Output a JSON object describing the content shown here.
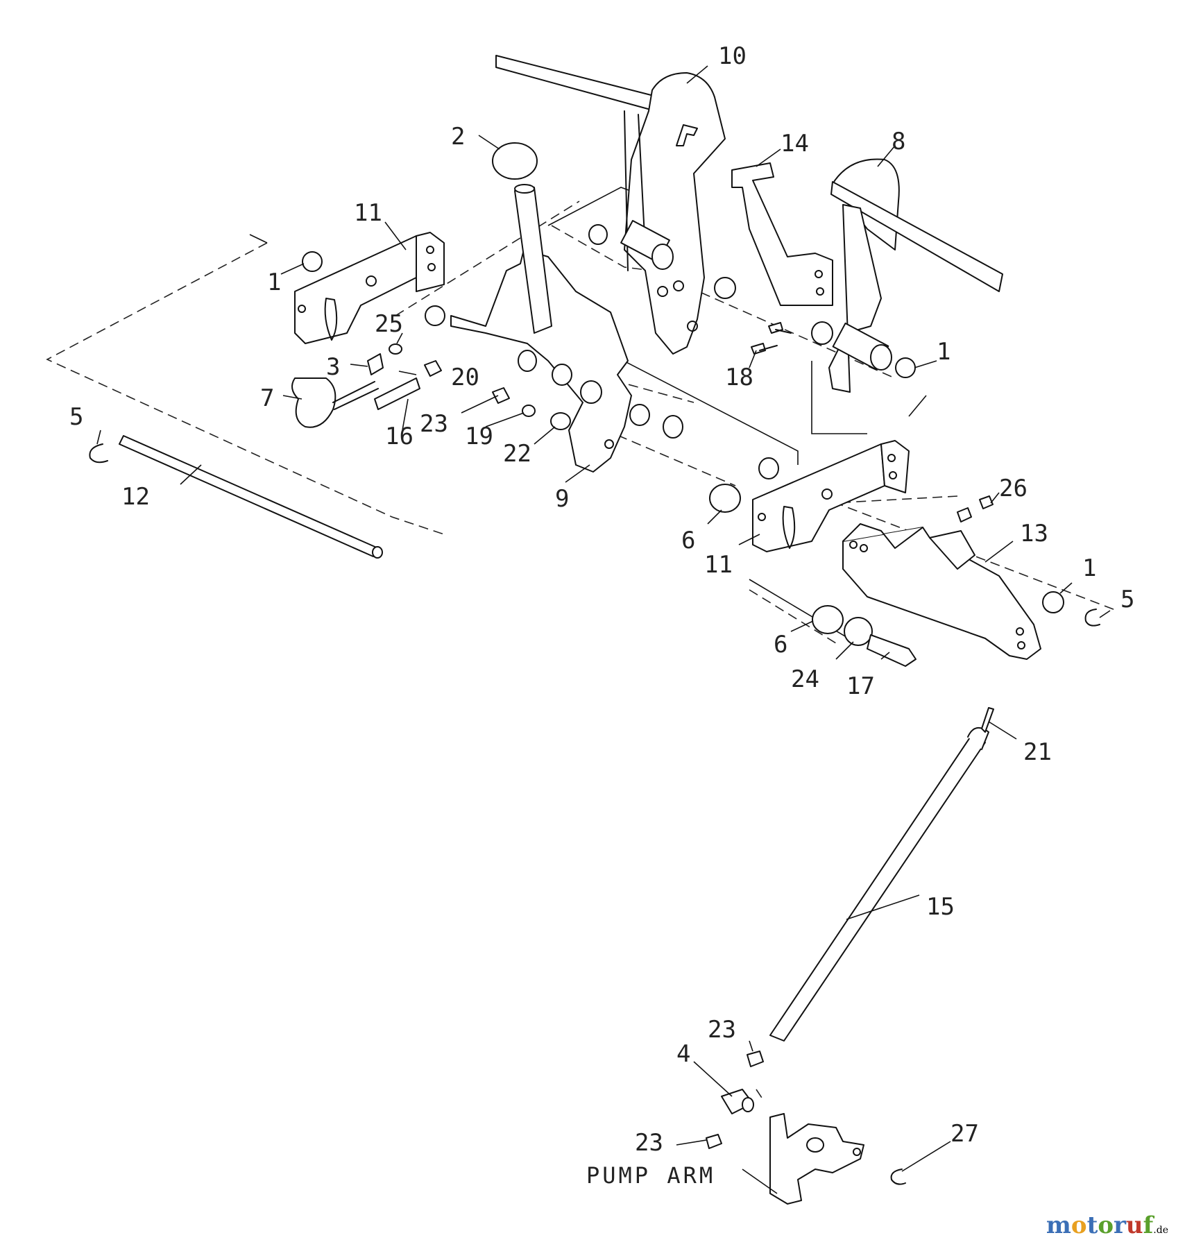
{
  "diagram": {
    "caption": "PUMP ARM",
    "labels": [
      "1",
      "2",
      "3",
      "4",
      "5",
      "6",
      "7",
      "8",
      "9",
      "10",
      "11",
      "12",
      "13",
      "14",
      "15",
      "16",
      "17",
      "18",
      "19",
      "20",
      "21",
      "22",
      "23",
      "24",
      "25",
      "26",
      "27"
    ]
  },
  "watermark": {
    "text": "motoruf",
    "suffix": ".de",
    "colors": [
      "#3b6fb6",
      "#e8a020",
      "#3b6fb6",
      "#5aa02c",
      "#3b6fb6",
      "#c0392b",
      "#5aa02c"
    ]
  }
}
